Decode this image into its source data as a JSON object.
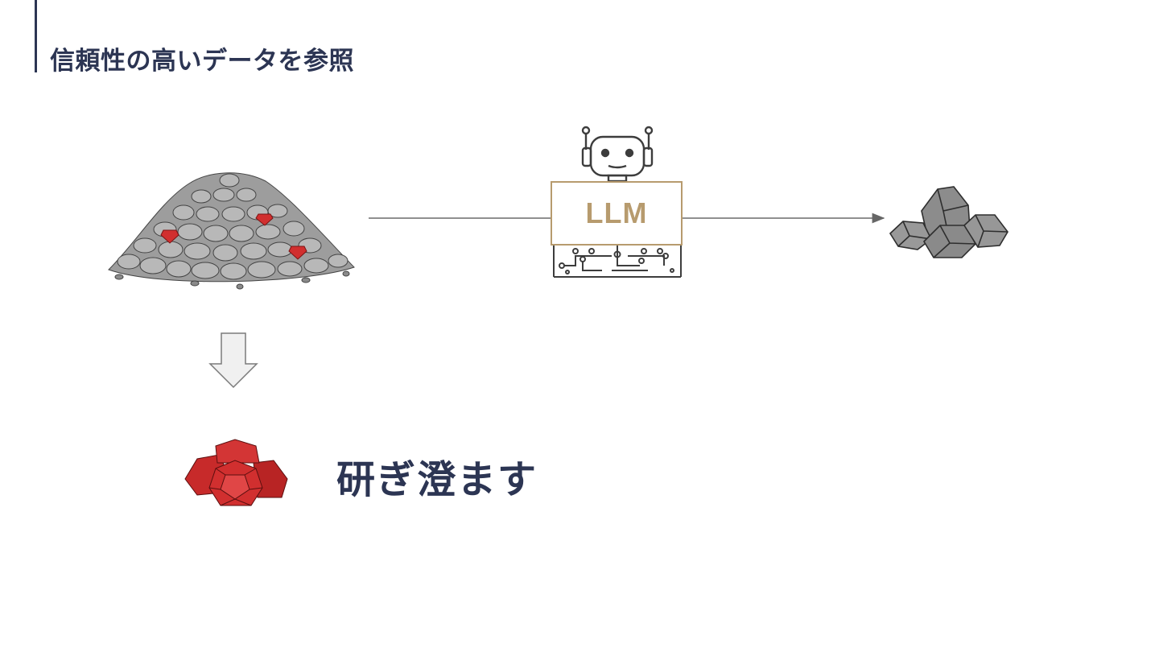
{
  "slide": {
    "title": "信頼性の高いデータを参照",
    "llm_label": "LLM",
    "refine_text": "研ぎ澄ます"
  },
  "icons": [
    "rock-pile-with-gems-icon",
    "robot-icon",
    "circuit-board-icon",
    "small-rocks-icon",
    "down-arrow-icon",
    "ruby-gems-icon"
  ],
  "colors": {
    "heading": "#2c3553",
    "llm_accent": "#b79b6e",
    "gem_red": "#d12f2f",
    "rock_gray": "#a3a3a3"
  }
}
